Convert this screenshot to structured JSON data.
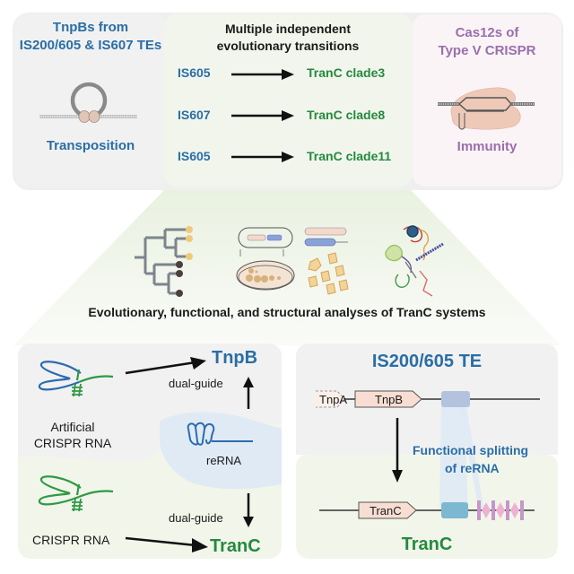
{
  "top": {
    "left_panel": {
      "title_line1": "TnpBs from",
      "title_line2": "IS200/605 & IS607 TEs",
      "caption": "Transposition",
      "icon": "transposon-loop-icon"
    },
    "middle_panel": {
      "title_line1": "Multiple independent",
      "title_line2": "evolutionary transitions",
      "transitions": [
        {
          "from": "IS605",
          "to": "TranC clade3"
        },
        {
          "from": "IS607",
          "to": "TranC clade8"
        },
        {
          "from": "IS605",
          "to": "TranC clade11"
        }
      ]
    },
    "right_panel": {
      "title_line1": "Cas12s of",
      "title_line2": "Type V CRISPR",
      "caption": "Immunity",
      "icon": "cas12-protein-dna-icon"
    }
  },
  "analyses": {
    "icons": [
      "phylogenetic-tree-icon",
      "functional-assay-icon",
      "protein-rna-structure-icon"
    ],
    "caption": "Evolutionary, functional, and structural analyses of TranC systems"
  },
  "bottom_left": {
    "tnpb_label": "TnpB",
    "tranc_label": "TranC",
    "artificial_line1": "Artificial",
    "artificial_line2": "CRISPR RNA",
    "crispr_rna": "CRISPR RNA",
    "dual_guide_top": "dual-guide",
    "dual_guide_bottom": "dual-guide",
    "rerna": "reRNA"
  },
  "bottom_right": {
    "title": "IS200/605 TE",
    "tnpa": "TnpA",
    "tnpb": "TnpB",
    "tranc_gene": "TranC",
    "splitting_line1": "Functional splitting",
    "splitting_line2": "of reRNA",
    "footer": "TranC"
  },
  "colors": {
    "blue_text": "#2a6ea6",
    "green_text": "#238a3e",
    "purple_text": "#9a6fae",
    "gray_panel": "#f1f1f2",
    "green_panel": "#f2f6ec",
    "pink_panel": "#fbf4f7",
    "rerna_bg": "#dfeaf5",
    "gene_fill": "#f7ddd2"
  }
}
